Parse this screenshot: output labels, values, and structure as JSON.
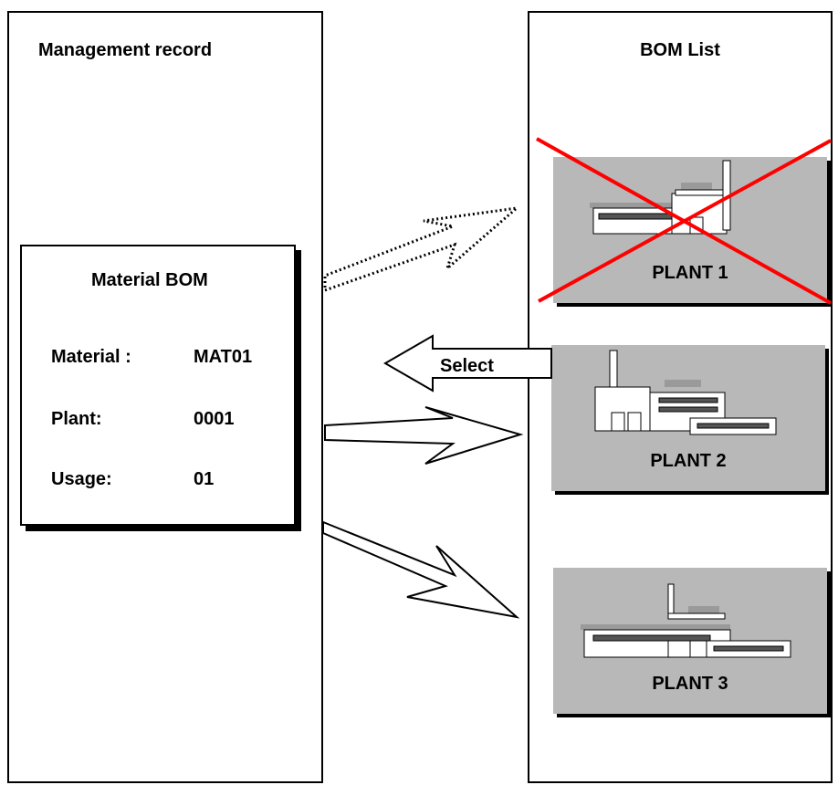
{
  "left_panel": {
    "title": "Management record"
  },
  "right_panel": {
    "title": "BOM List"
  },
  "bom_box": {
    "title": "Material BOM",
    "fields": [
      {
        "label": "Material :",
        "value": "MAT01"
      },
      {
        "label": "Plant:",
        "value": "0001"
      },
      {
        "label": "Usage:",
        "value": "01"
      }
    ]
  },
  "plants": [
    {
      "label": "PLANT 1",
      "crossed_out": true
    },
    {
      "label": "PLANT 2",
      "crossed_out": false
    },
    {
      "label": "PLANT 3",
      "crossed_out": false
    }
  ],
  "arrow_select": {
    "label": "Select"
  },
  "colors": {
    "card": "#b8b8b8",
    "cross": "#ff0000",
    "line": "#000000"
  }
}
